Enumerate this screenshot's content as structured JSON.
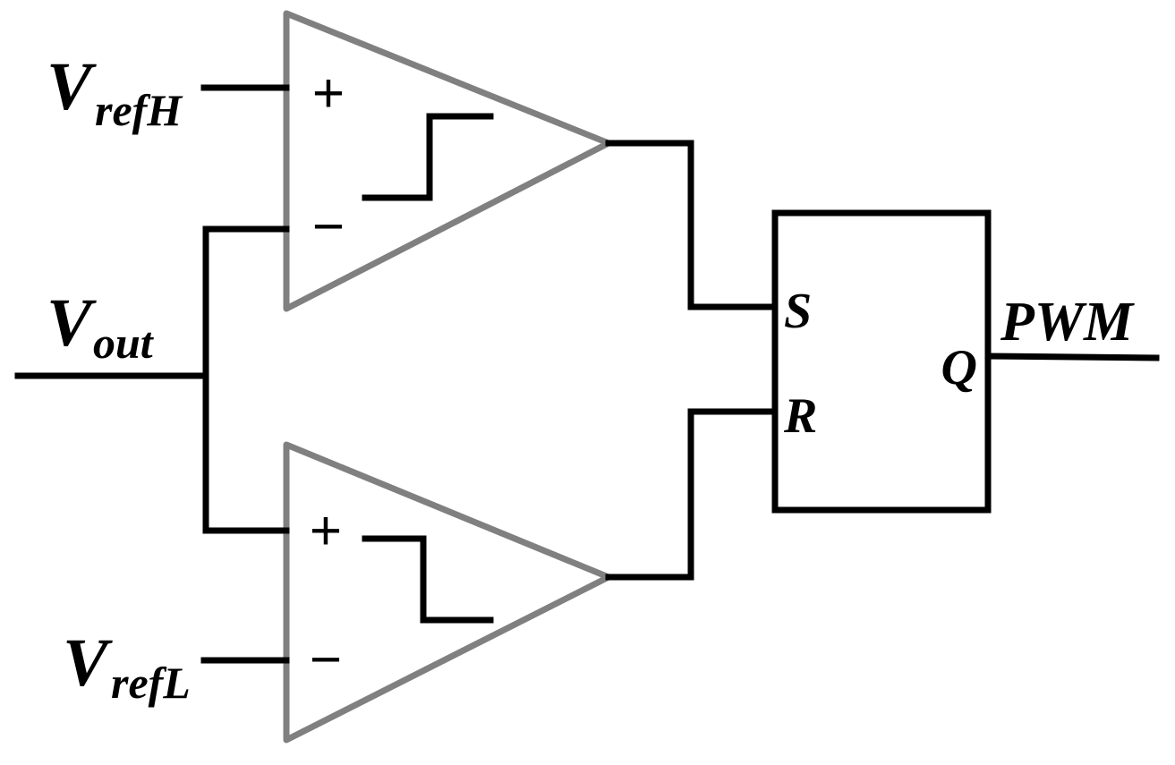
{
  "inputs": {
    "vref_high": {
      "main": "V",
      "sub": "refH"
    },
    "vout": {
      "main": "V",
      "sub": "out"
    },
    "vref_low": {
      "main": "V",
      "sub": "refL"
    }
  },
  "comparator_high": {
    "plus": "+",
    "minus": "−"
  },
  "comparator_low": {
    "plus": "+",
    "minus": "−"
  },
  "latch": {
    "set": "S",
    "reset": "R",
    "out": "Q"
  },
  "output": {
    "label": "PWM"
  },
  "colors": {
    "wire": "#000000",
    "comparator": "#808080",
    "background": "#ffffff"
  }
}
